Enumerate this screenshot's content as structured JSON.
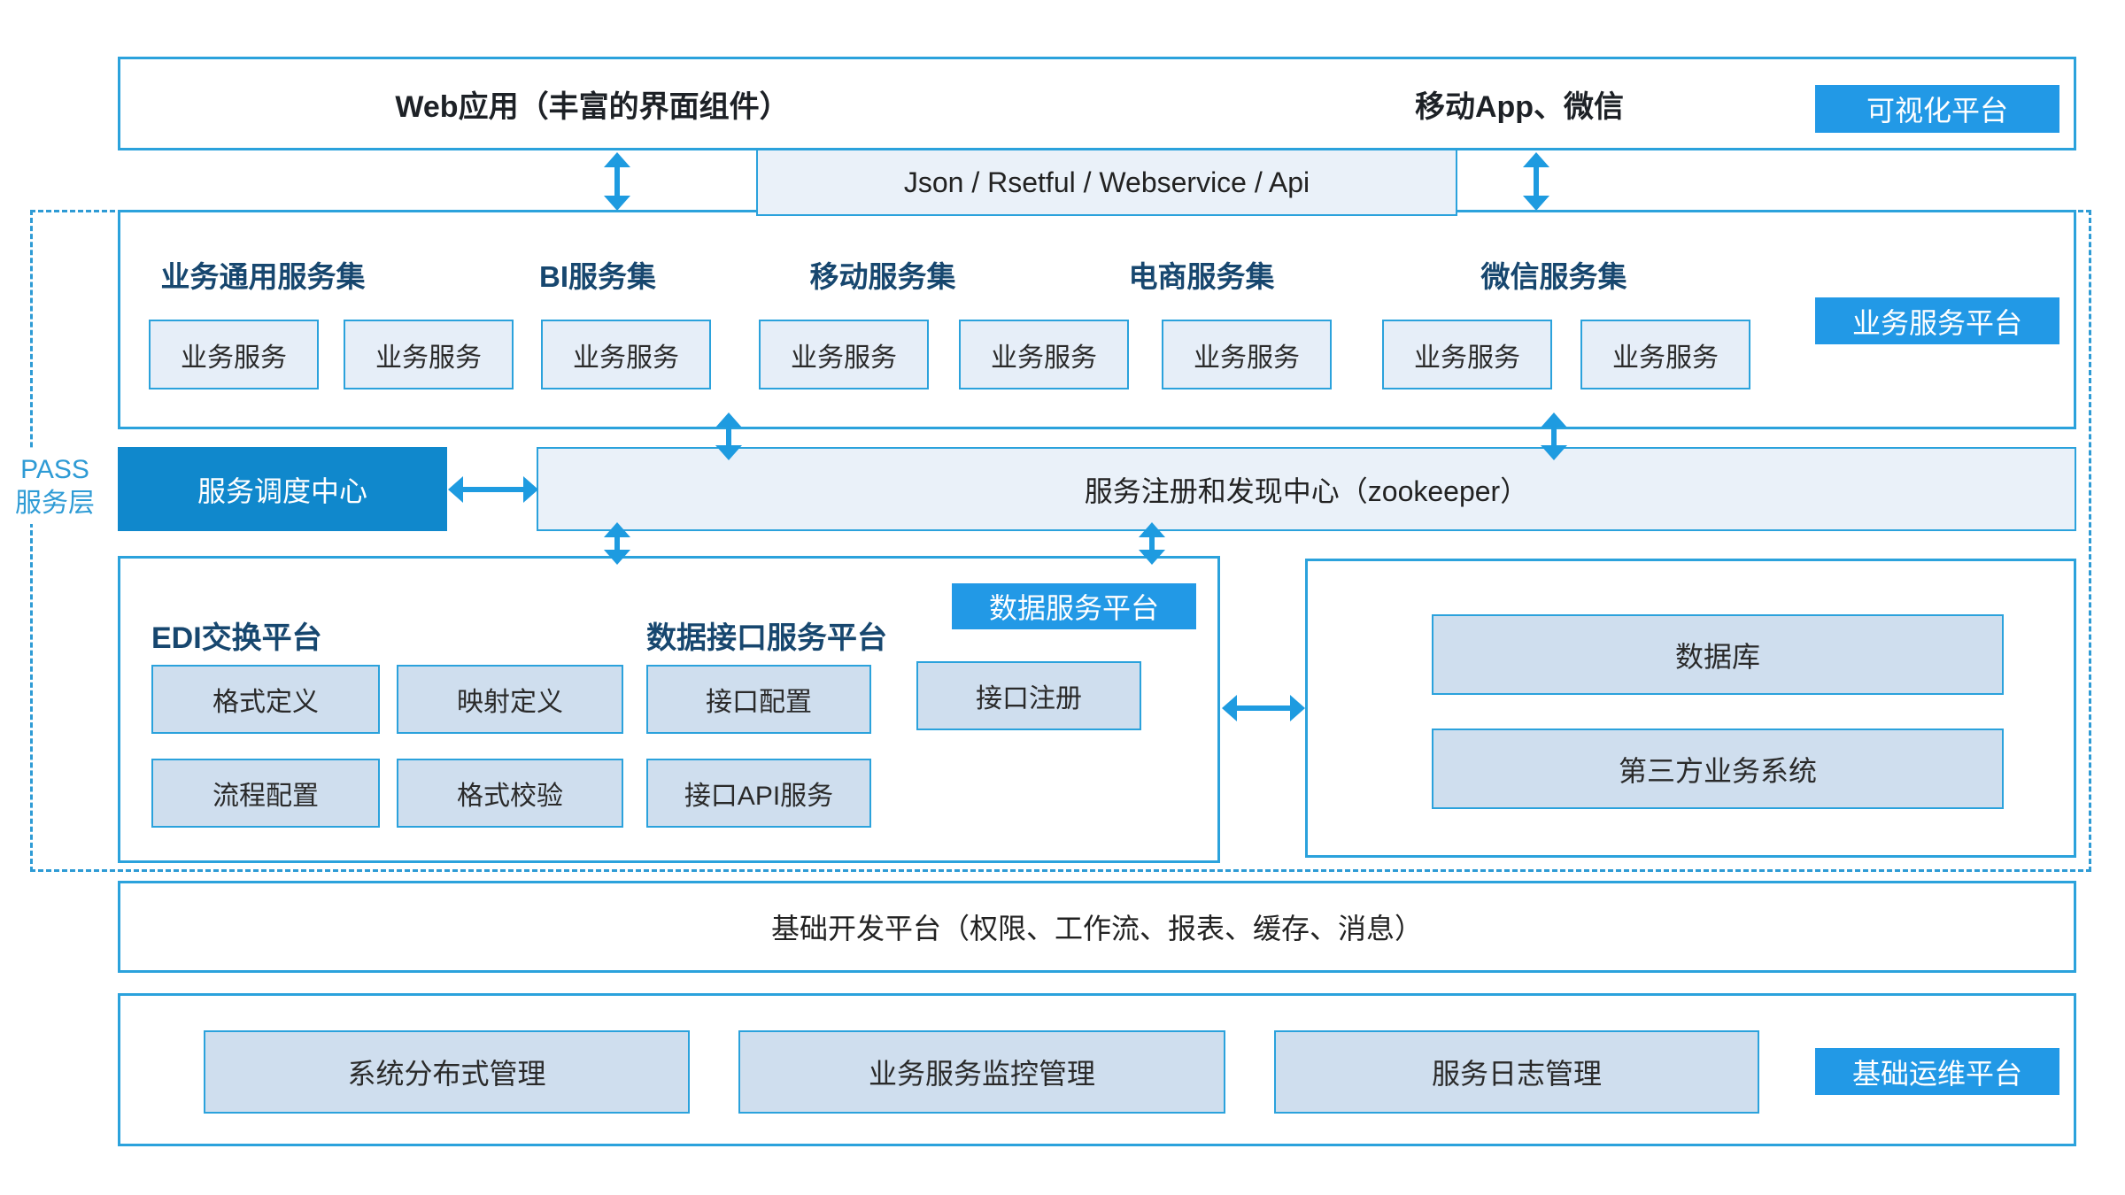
{
  "colors": {
    "accent": "#1E9BE0",
    "border": "#2BA2DC",
    "deep_blue": "#1088CC",
    "navy": "#17476F",
    "badge_blue": "#2299E6",
    "light_fill": "#E6EEF8",
    "panel_fill": "#EAF1F9",
    "mid_fill": "#CFDEEE",
    "pass_blue": "#2E9BD5"
  },
  "top_row": {
    "web_label": "Web应用（丰富的界面组件）",
    "mobile_label": "移动App、微信",
    "viz_badge": "可视化平台"
  },
  "api_bar": {
    "label": "Json / Rsetful / Webservice / Api"
  },
  "pass_layer": {
    "line1": "PASS",
    "line2": "服务层"
  },
  "service_platform": {
    "badge": "业务服务平台",
    "group_names": [
      "业务通用服务集",
      "BI服务集",
      "移动服务集",
      "电商服务集",
      "微信服务集"
    ],
    "services": [
      "业务服务",
      "业务服务",
      "业务服务",
      "业务服务",
      "业务服务",
      "业务服务",
      "业务服务",
      "业务服务"
    ]
  },
  "middle_row": {
    "scheduler": "服务调度中心",
    "registry": "服务注册和发现中心（zookeeper）"
  },
  "data_platform": {
    "edi_title": "EDI交换平台",
    "interface_title": "数据接口服务平台",
    "badge": "数据服务平台",
    "row1": [
      "格式定义",
      "映射定义",
      "接口配置",
      "接口注册"
    ],
    "row2": [
      "流程配置",
      "格式校验",
      "接口API服务"
    ]
  },
  "external_systems": {
    "items": [
      "数据库",
      "第三方业务系统"
    ]
  },
  "dev_platform": {
    "label": "基础开发平台（权限、工作流、报表、缓存、消息）"
  },
  "ops_platform": {
    "badge": "基础运维平台",
    "items": [
      "系统分布式管理",
      "业务服务监控管理",
      "服务日志管理"
    ]
  }
}
